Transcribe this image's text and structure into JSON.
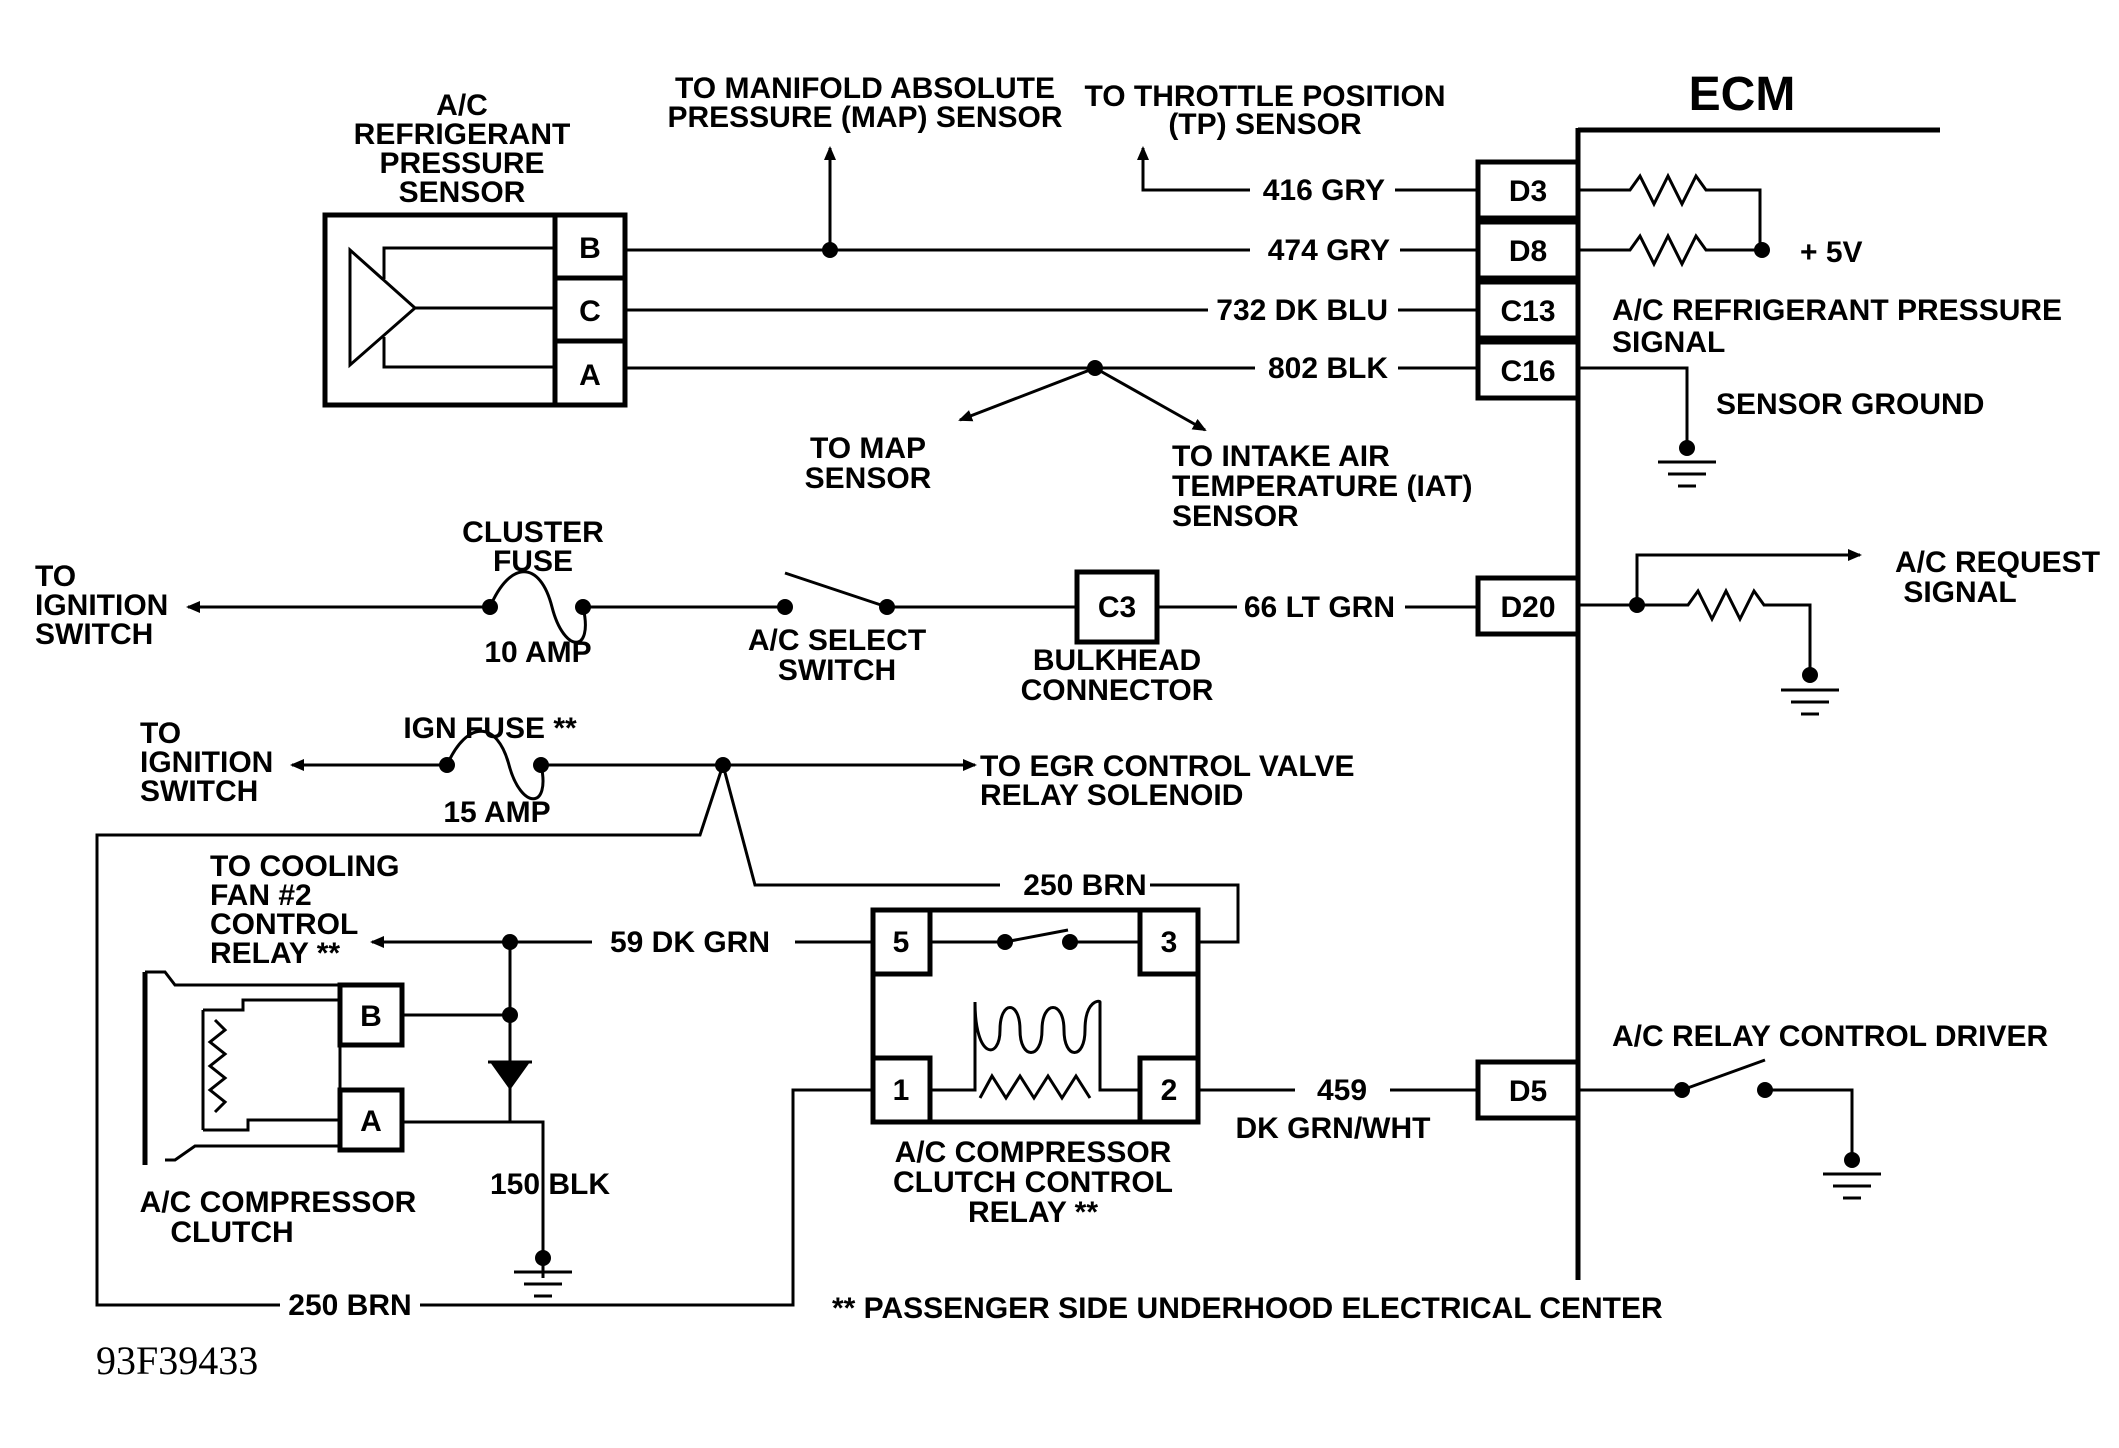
{
  "ecm": {
    "title": "ECM"
  },
  "pins": {
    "d3": "D3",
    "d8": "D8",
    "c13": "C13",
    "c16": "C16",
    "d20": "D20",
    "d5": "D5"
  },
  "wires": {
    "w416": "416 GRY",
    "w474": "474 GRY",
    "w732": "732 DK BLU",
    "w802": "802 BLK",
    "w66": "66 LT GRN",
    "w250_top": "250 BRN",
    "w59": "59 DK GRN",
    "w459": "459",
    "w459_color": "DK GRN/WHT",
    "w150": "150 BLK",
    "w250_bottom": "250 BRN"
  },
  "sensor": {
    "title_lines": [
      "A/C",
      "REFRIGERANT",
      "PRESSURE",
      "SENSOR"
    ],
    "pin_b": "B",
    "pin_c": "C",
    "pin_a": "A"
  },
  "labels": {
    "to_map_abs": [
      "TO MANIFOLD ABSOLUTE",
      "PRESSURE (MAP) SENSOR"
    ],
    "to_tp": [
      "TO THROTTLE POSITION",
      "(TP) SENSOR"
    ],
    "plus5v": "+ 5V",
    "ac_ref_signal": [
      "A/C REFRIGERANT PRESSURE",
      "SIGNAL"
    ],
    "sensor_ground": "SENSOR GROUND",
    "to_map": [
      "TO MAP",
      "SENSOR"
    ],
    "to_iat": [
      "TO INTAKE AIR",
      "TEMPERATURE (IAT)",
      "SENSOR"
    ],
    "to_ign_1": [
      "TO",
      "IGNITION",
      "SWITCH"
    ],
    "cluster_fuse": [
      "CLUSTER",
      "FUSE"
    ],
    "amp10": "10 AMP",
    "ac_select": [
      "A/C SELECT",
      "SWITCH"
    ],
    "c3": "C3",
    "bulkhead": [
      "BULKHEAD",
      "CONNECTOR"
    ],
    "ac_request": [
      "A/C REQUEST",
      "SIGNAL"
    ],
    "to_ign_2": [
      "TO",
      "IGNITION",
      "SWITCH"
    ],
    "ign_fuse": "IGN FUSE **",
    "amp15": "15 AMP",
    "to_egr": [
      "TO EGR CONTROL VALVE",
      "RELAY SOLENOID"
    ],
    "to_fan": [
      "TO COOLING",
      "FAN #2",
      "CONTROL",
      "RELAY **"
    ],
    "clutch": [
      "A/C COMPRESSOR",
      "CLUTCH"
    ],
    "clutch_pin_b": "B",
    "clutch_pin_a": "A",
    "relay_pins": [
      "5",
      "3",
      "1",
      "2"
    ],
    "relay": [
      "A/C COMPRESSOR",
      "CLUTCH CONTROL",
      "RELAY **"
    ],
    "relay_driver": "A/C RELAY CONTROL DRIVER",
    "footnote": "** PASSENGER SIDE UNDERHOOD ELECTRICAL CENTER",
    "figure_id": "93F39433"
  }
}
